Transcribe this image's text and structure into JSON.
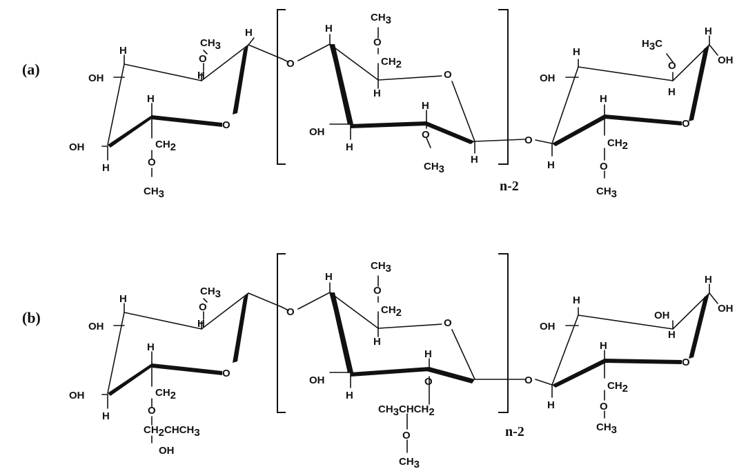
{
  "panels": [
    {
      "label": "(a)",
      "left_unit": {
        "H_top": "H",
        "OH_3": "OH",
        "OMe_top": "O",
        "CH3_top": "CH3",
        "H_c2": "H",
        "H_anomeric": "H",
        "H_c5": "H",
        "O_ring": "O",
        "OH_4": "OH",
        "H_c4": "H",
        "CH2": "CH2",
        "O_6": "O",
        "CH3_6": "CH3"
      },
      "middle_unit": {
        "H_c4": "H",
        "CH3_top": "CH3",
        "O_top": "O",
        "CH2": "CH2",
        "H_c5": "H",
        "O_ring": "O",
        "OH": "OH",
        "H_c3": "H",
        "H_c2": "H",
        "O_2": "O",
        "sub_2": "CH3",
        "H_anomeric": "H"
      },
      "right_unit": {
        "H_c4": "H",
        "OH_3": "OH",
        "Me_top": "H3C",
        "O_top": "O",
        "H_c2": "H",
        "H_anomeric": "H",
        "OH_anomeric": "OH",
        "H_c5": "H",
        "O_ring": "O",
        "H_c1": "H",
        "CH2": "CH2",
        "O_6": "O",
        "CH3_6": "CH3"
      },
      "glyco_left": "O",
      "glyco_right": "O",
      "repeat_label": "n-2"
    },
    {
      "label": "(b)",
      "left_unit": {
        "H_top": "H",
        "OH_3": "OH",
        "OMe_top": "O",
        "CH3_top": "CH3",
        "H_c2": "H",
        "H_c5": "H",
        "O_ring": "O",
        "OH_4": "OH",
        "H_c4": "H",
        "CH2": "CH2",
        "O_6": "O",
        "CH2CHCH3": "CH2CHCH3",
        "OH_hp": "OH"
      },
      "middle_unit": {
        "H_c4": "H",
        "CH3_top": "CH3",
        "O_top": "O",
        "CH2": "CH2",
        "H_c5": "H",
        "O_ring": "O",
        "OH": "OH",
        "H_c3": "H",
        "H_c2": "H",
        "O_2": "O",
        "sub_2": "CH3CHCH2",
        "O_sub": "O",
        "CH3_sub": "CH3"
      },
      "right_unit": {
        "H_c4": "H",
        "OH_3": "OH",
        "OH_top": "OH",
        "H_c2": "H",
        "H_anomeric": "H",
        "OH_anomeric": "OH",
        "H_c5": "H",
        "O_ring": "O",
        "H_c1": "H",
        "CH2": "CH2",
        "O_6": "O",
        "CH3_6": "CH3"
      },
      "glyco_left": "O",
      "glyco_right": "O",
      "repeat_label": "n-2"
    }
  ]
}
